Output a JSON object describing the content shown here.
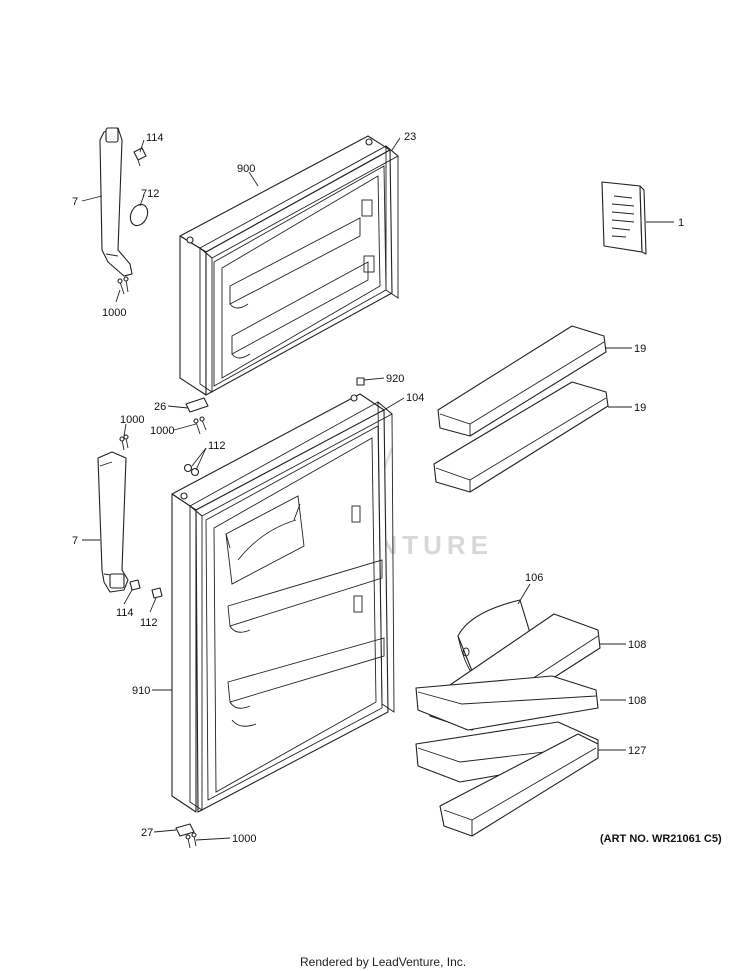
{
  "watermark": "LEADVENTURE",
  "art_number": "(ART NO. WR21061 C5)",
  "footer": "Rendered by LeadVenture, Inc.",
  "callouts": {
    "c114a": "114",
    "c712": "712",
    "c7a": "7",
    "c1000a": "1000",
    "c900": "900",
    "c23": "23",
    "c1": "1",
    "c19a": "19",
    "c19b": "19",
    "c920": "920",
    "c104": "104",
    "c26": "26",
    "c1000b": "1000",
    "c1000c": "1000",
    "c112a": "112",
    "c7b": "7",
    "c114b": "114",
    "c112b": "112",
    "c910": "910",
    "c106": "106",
    "c108a": "108",
    "c108b": "108",
    "c127": "127",
    "c27": "27",
    "c1000d": "1000"
  }
}
